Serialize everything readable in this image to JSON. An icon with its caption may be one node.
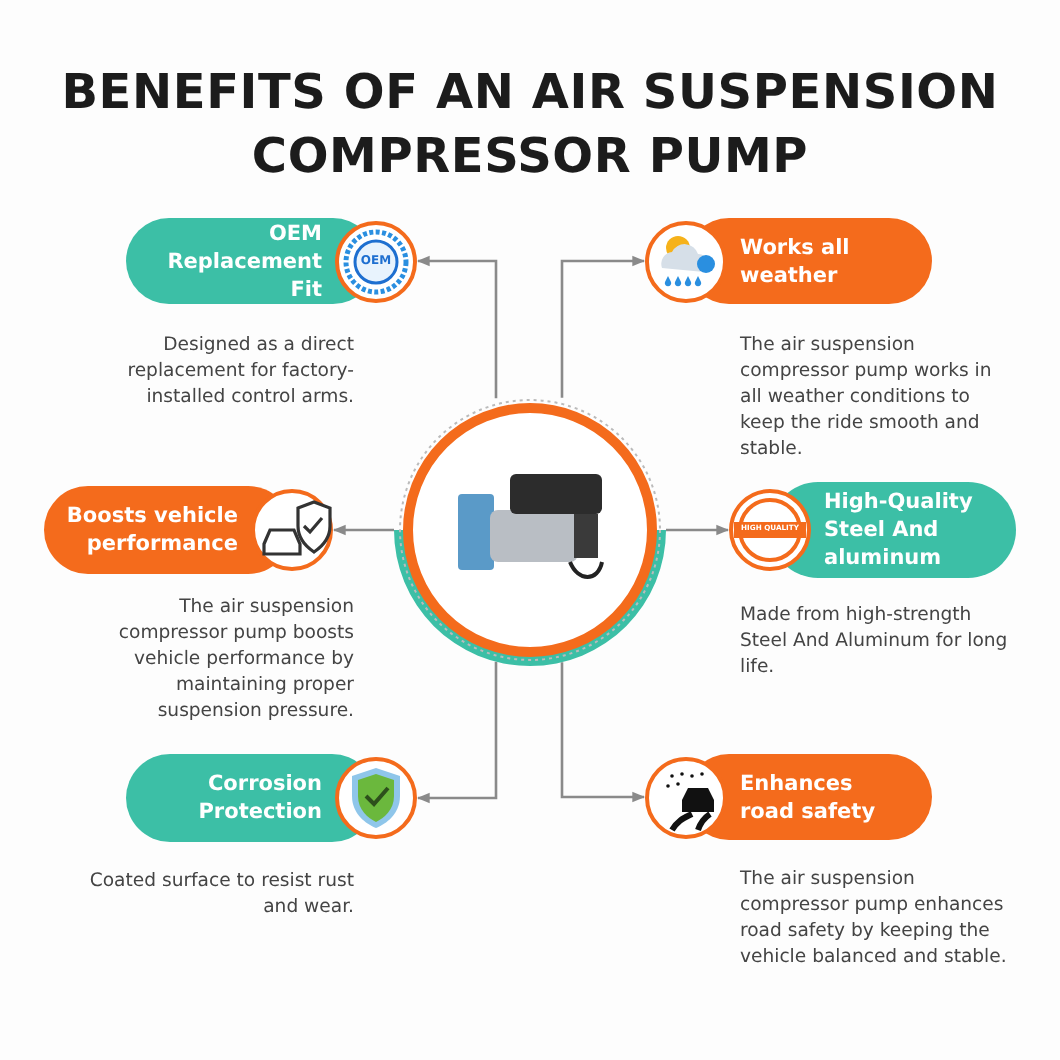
{
  "diagram": {
    "title": "BENEFITS OF AN AIR SUSPENSION COMPRESSOR PUMP",
    "nodes": [
      {
        "text": [],
        "shape": "picture"
      },
      {
        "text": [
          "OEM Replacement Fit"
        ],
        "beside": [
          "Designed as a direct replacement for factory-installed control arms."
        ]
      },
      {
        "text": [
          "Works all weather"
        ],
        "beside": [
          "The air suspension compressor pump works in all weather conditions to keep the ride smooth and stable."
        ]
      },
      {
        "text": [
          "Boosts vehicle performance"
        ],
        "beside": [
          "The air suspension compressor pump boosts vehicle performance by maintaining proper suspension pressure."
        ]
      },
      {
        "text": [
          "High-Quality Steel And aluminum"
        ],
        "beside": [
          "Made from high-strength Steel And Aluminum for long life."
        ]
      },
      {
        "text": [
          "Corrosion Protection"
        ],
        "beside": [
          "Coated surface to resist rust and wear."
        ]
      },
      {
        "text": [
          "Enhances road safety"
        ],
        "beside": [
          "The air suspension compressor pump enhances road safety by keeping the vehicle balanced and stable."
        ]
      }
    ],
    "edges": [
      {
        "from": 0,
        "to": 1,
        "arrow": "to"
      },
      {
        "from": 0,
        "to": 2,
        "arrow": "to"
      },
      {
        "from": 0,
        "to": 3,
        "arrow": "to"
      },
      {
        "from": 0,
        "to": 4,
        "arrow": "to"
      },
      {
        "from": 0,
        "to": 5,
        "arrow": "to"
      },
      {
        "from": 0,
        "to": 6,
        "arrow": "to"
      }
    ],
    "labels": [
      "OEM",
      "HIGH QUALITY"
    ]
  }
}
